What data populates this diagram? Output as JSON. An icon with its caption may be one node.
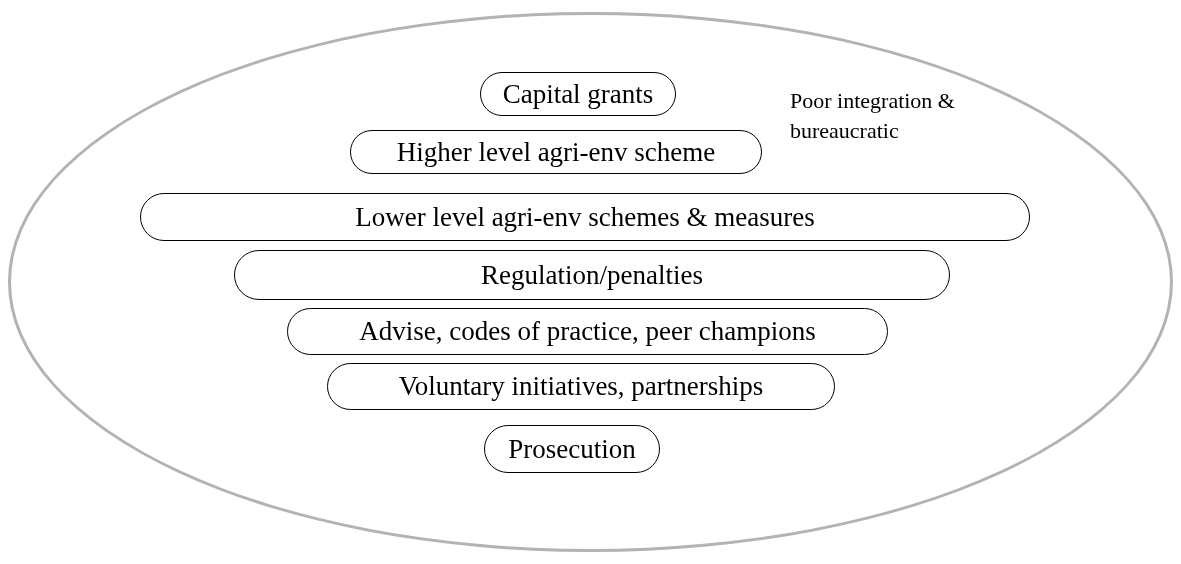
{
  "diagram": {
    "nodes": [
      {
        "text": [],
        "shape": "ellipse"
      },
      {
        "text": [
          "Capital grants"
        ],
        "in": 0
      },
      {
        "text": [
          "Higher level agri-env scheme"
        ],
        "in": 0
      },
      {
        "text": [
          "Lower level agri-env schemes & measures"
        ],
        "in": 0
      },
      {
        "text": [
          "Regulation/penalties"
        ],
        "in": 0
      },
      {
        "text": [
          "Advise, codes of practice, peer champions"
        ],
        "in": 0
      },
      {
        "text": [
          "Voluntary initiatives, partnerships"
        ],
        "in": 0
      },
      {
        "text": [
          "Prosecution"
        ],
        "in": 0
      }
    ],
    "labels": [
      "Poor integration & bureaucratic"
    ]
  }
}
